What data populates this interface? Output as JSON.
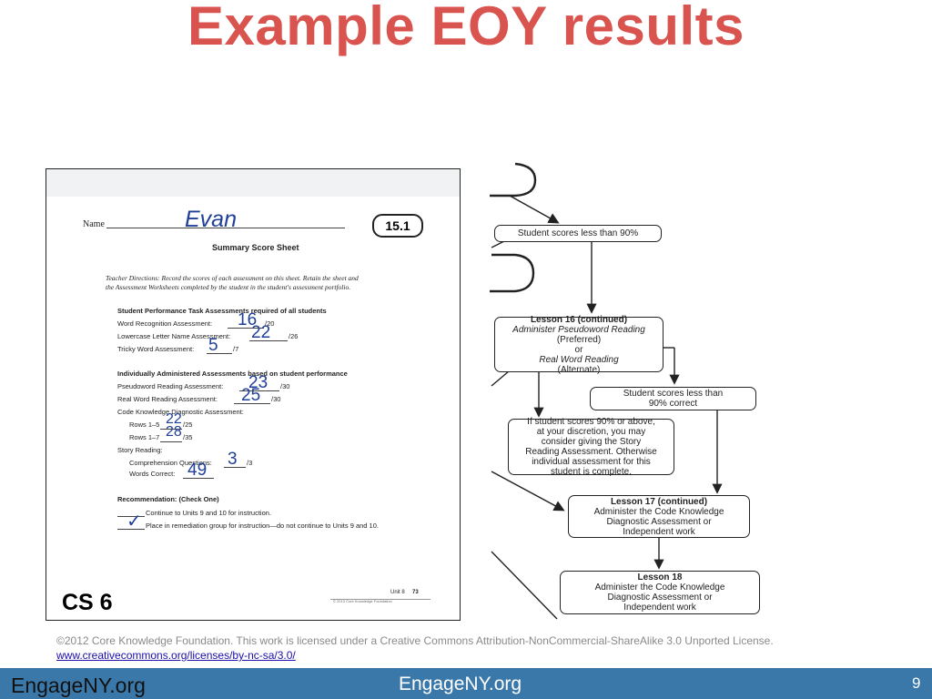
{
  "slide": {
    "title": "Example EOY results",
    "caption": "CS 6",
    "license": "©2012 Core Knowledge Foundation. This work is licensed under a Creative Commons  Attribution-NonCommercial-ShareAlike 3.0 Unported License.",
    "license_link": "www.creativecommons.org/licenses/by-nc-sa/3.0/",
    "footer_left": "EngageNY.org",
    "footer_center": "EngageNY.org",
    "page_number": "9"
  },
  "score_sheet": {
    "name_label": "Name",
    "student_name": "Evan",
    "badge": "15.1",
    "heading": "Summary Score Sheet",
    "directions_line1": "Teacher Directions:  Record the scores of each assessment on this sheet. Retain the sheet and",
    "directions_line2": "the Assessment Worksheets completed by the student in the student's assessment portfolio.",
    "section1": "Student Performance Task Assessments required of all students",
    "word_recognition_label": "Word Recognition Assessment:",
    "word_recognition_score": "16",
    "word_recognition_total": "/20",
    "lowercase_label": "Lowercase Letter Name Assessment:",
    "lowercase_score": "22",
    "lowercase_total": "/26",
    "tricky_label": "Tricky Word Assessment:",
    "tricky_score": "5",
    "tricky_total": "/7",
    "section2": "Individually Administered Assessments based on student performance",
    "pseudoword_label": "Pseudoword Reading Assessment:",
    "pseudoword_score": "23",
    "pseudoword_total": "/30",
    "realword_label": "Real Word Reading Assessment:",
    "realword_score": "25",
    "realword_total": "/30",
    "code_label": "Code Knowledge Diagnostic Assessment:",
    "rows15_label": "Rows 1–5",
    "rows15_score": "22",
    "rows15_total": "/25",
    "rows17_label": "Rows 1–7",
    "rows17_score": "28",
    "rows17_total": "/35",
    "story_label": "Story Reading:",
    "comprehension_label": "Comprehension Questions:",
    "comprehension_score": "3",
    "comprehension_total": "/3",
    "words_correct_label": "Words Correct:",
    "words_correct_score": "49",
    "recommendation_label": "Recommendation: (Check One)",
    "option1": "Continue to Units 9 and 10 for instruction.",
    "option2": "Place in remediation group for instruction—do not continue to Units 9 and 10.",
    "check_mark": "✓",
    "footer_unit": "Unit 8",
    "footer_page": "73",
    "footer_copyright": "© 2013 Core Knowledge Foundation"
  },
  "flowchart": {
    "box1": "Student scores less than 90%",
    "box2_title": "Lesson 16 (continued)",
    "box2_line1": "Administer Pseudoword Reading",
    "box2_line2": "(Preferred)",
    "box2_line3": "or",
    "box2_line4": "Real Word Reading",
    "box2_line5": "(Alternate)",
    "box3_line1": "Student scores less than",
    "box3_line2": "90% correct",
    "box4_line1": "If student scores 90% or above,",
    "box4_line2": "at your discretion, you may",
    "box4_line3": "consider giving the Story",
    "box4_line4": "Reading Assessment. Otherwise",
    "box4_line5": "individual assessment for this",
    "box4_line6": "student is complete.",
    "box5_title": "Lesson 17  (continued)",
    "box5_line1": "Administer the Code Knowledge",
    "box5_line2": "Diagnostic Assessment or",
    "box5_line3": "Independent work",
    "box6_title": "Lesson 18",
    "box6_line1": "Administer the Code Knowledge",
    "box6_line2": "Diagnostic Assessment or",
    "box6_line3": "Independent work"
  }
}
